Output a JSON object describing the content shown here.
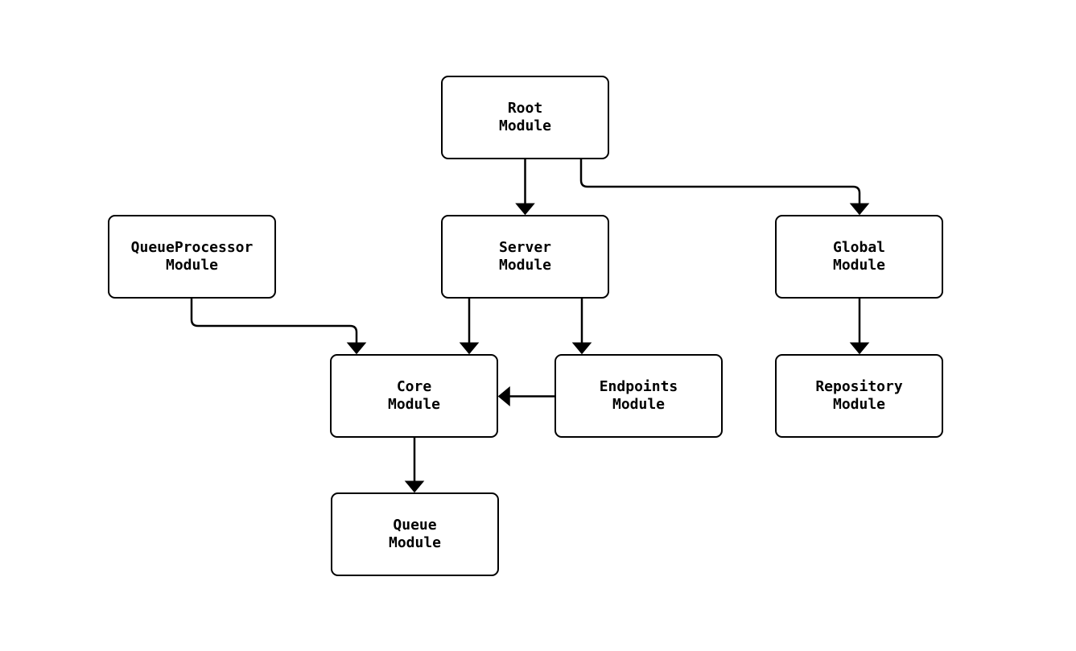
{
  "diagram": {
    "background_color": "#ffffff",
    "line_color": "#000000",
    "nodes": {
      "root": {
        "line1": "Root",
        "line2": "Module"
      },
      "queueprocessor": {
        "line1": "QueueProcessor",
        "line2": "Module"
      },
      "server": {
        "line1": "Server",
        "line2": "Module"
      },
      "global": {
        "line1": "Global",
        "line2": "Module"
      },
      "core": {
        "line1": "Core",
        "line2": "Module"
      },
      "endpoints": {
        "line1": "Endpoints",
        "line2": "Module"
      },
      "repository": {
        "line1": "Repository",
        "line2": "Module"
      },
      "queue": {
        "line1": "Queue",
        "line2": "Module"
      }
    },
    "edges": [
      {
        "from": "Root Module",
        "to": "Server Module"
      },
      {
        "from": "Root Module",
        "to": "Global Module"
      },
      {
        "from": "QueueProcessor Module",
        "to": "Core Module"
      },
      {
        "from": "Server Module",
        "to": "Core Module"
      },
      {
        "from": "Server Module",
        "to": "Endpoints Module"
      },
      {
        "from": "Endpoints Module",
        "to": "Core Module"
      },
      {
        "from": "Core Module",
        "to": "Queue Module"
      },
      {
        "from": "Global Module",
        "to": "Repository Module"
      }
    ]
  }
}
